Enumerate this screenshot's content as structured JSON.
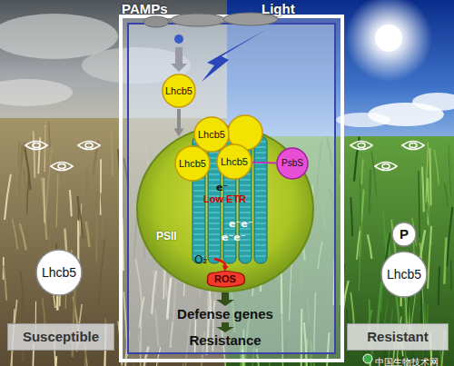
{
  "diagram": {
    "nodes": [
      {
        "text": [
          "Lhcb5"
        ]
      },
      {
        "text": [
          "PSII"
        ]
      },
      {
        "text": [
          "Lhcb5"
        ],
        "in": 1
      },
      {
        "text": [
          "Lhcb5"
        ],
        "in": 1
      },
      {
        "text": [
          "Lhcb5"
        ],
        "in": 1
      },
      {
        "text": [
          "ROS"
        ],
        "in": 1
      },
      {
        "text": [
          "PsbS"
        ]
      },
      {
        "text": [
          "Lhcb5"
        ]
      },
      {
        "text": [
          "P"
        ]
      },
      {
        "text": [
          "Lhcb5"
        ]
      },
      {
        "text": [
          "Susceptible"
        ]
      },
      {
        "text": [
          "Resistant"
        ]
      }
    ],
    "edges": [
      {
        "from": 0,
        "to": 1,
        "arrow": "to"
      },
      {
        "from": 6,
        "to": 4,
        "arrow": "none"
      }
    ],
    "labels": [
      "PAMPs",
      "Light",
      "e⁻",
      "Low ETR",
      "O₂",
      "e⁻e⁻",
      "e⁻e⁻",
      "Defense genes",
      "Resistance",
      "中国生物技术网"
    ]
  }
}
